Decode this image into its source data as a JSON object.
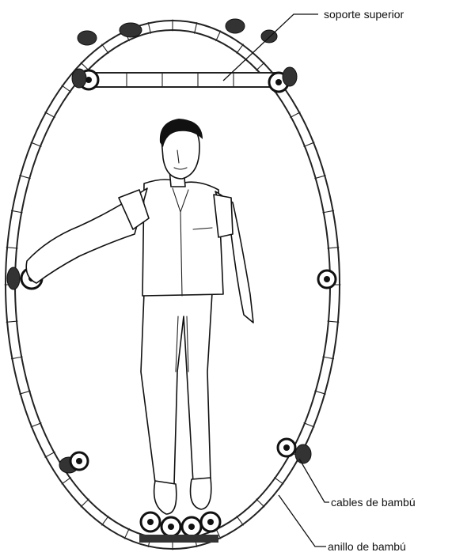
{
  "labels": {
    "top_support": "soporte superior",
    "bamboo_cables": "cables de bambú",
    "bamboo_ring": "anillo de bambú"
  },
  "colors": {
    "ink": "#111111",
    "paper": "#ffffff"
  }
}
